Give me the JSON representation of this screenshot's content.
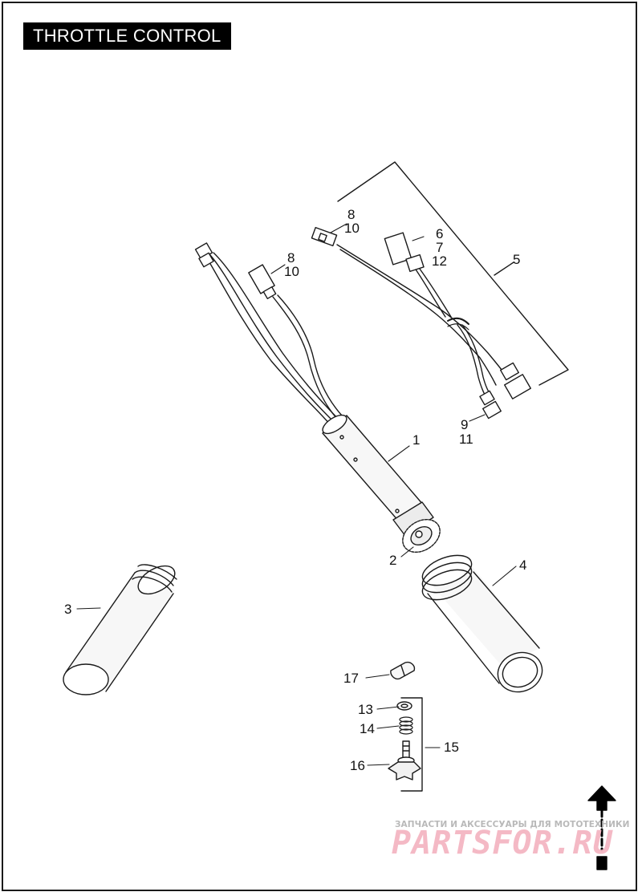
{
  "title": "THROTTLE CONTROL",
  "callouts": {
    "c1": "1",
    "c2": "2",
    "c3": "3",
    "c4": "4",
    "c5": "5",
    "c6": "6",
    "c7": "7",
    "c12": "12",
    "c8a": "8",
    "c10a": "10",
    "c8b": "8",
    "c10b": "10",
    "c9": "9",
    "c11": "11",
    "c13": "13",
    "c14": "14",
    "c15": "15",
    "c16": "16",
    "c17": "17"
  },
  "watermark": {
    "text": "ЗАПЧАСТИ И АКСЕССУАРЫ ДЛЯ МОТОТЕХНИКИ",
    "logo": "PARTSFOR.RU"
  },
  "colors": {
    "line": "#1a1a1a",
    "part_fill": "#f2f2f2",
    "watermark_logo": "#f4b6c2",
    "watermark_text": "#b9b9b9"
  }
}
